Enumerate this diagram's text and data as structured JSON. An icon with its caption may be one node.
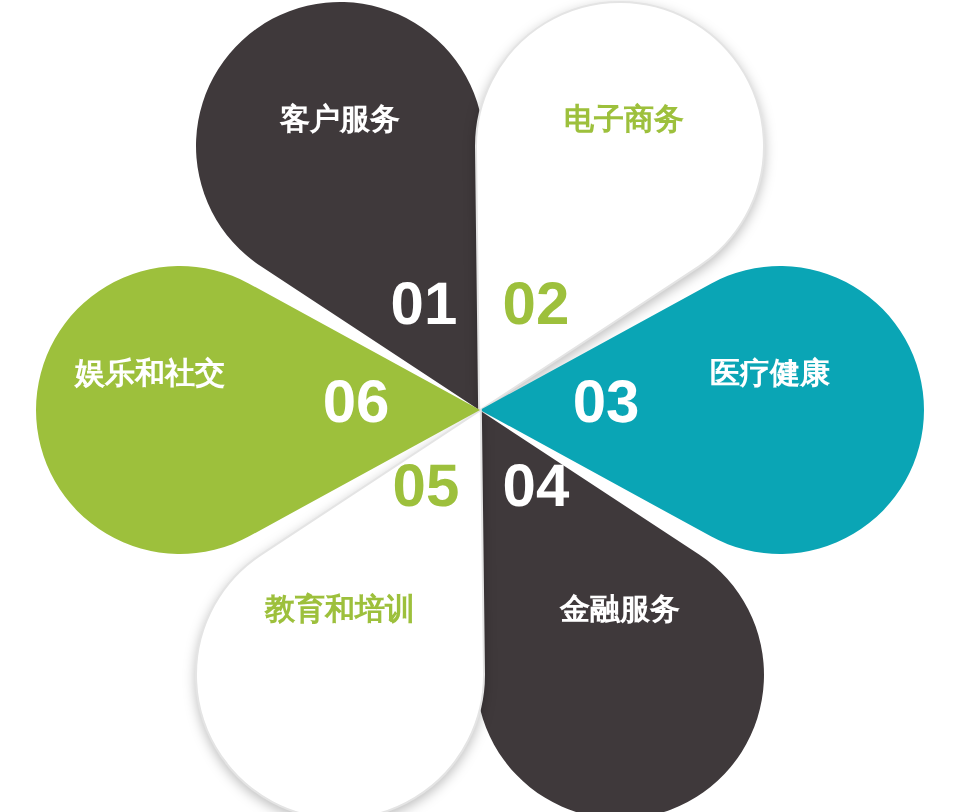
{
  "diagram": {
    "nodes": [
      {
        "text": [
          "客户服务",
          "01"
        ]
      },
      {
        "text": [
          "电子商务",
          "02"
        ]
      },
      {
        "text": [
          "医疗健康",
          "03"
        ]
      },
      {
        "text": [
          "04",
          "金融服务"
        ]
      },
      {
        "text": [
          "05",
          "教育和培训"
        ]
      },
      {
        "text": [
          "娱乐和社交",
          "06"
        ]
      }
    ],
    "edges": []
  }
}
